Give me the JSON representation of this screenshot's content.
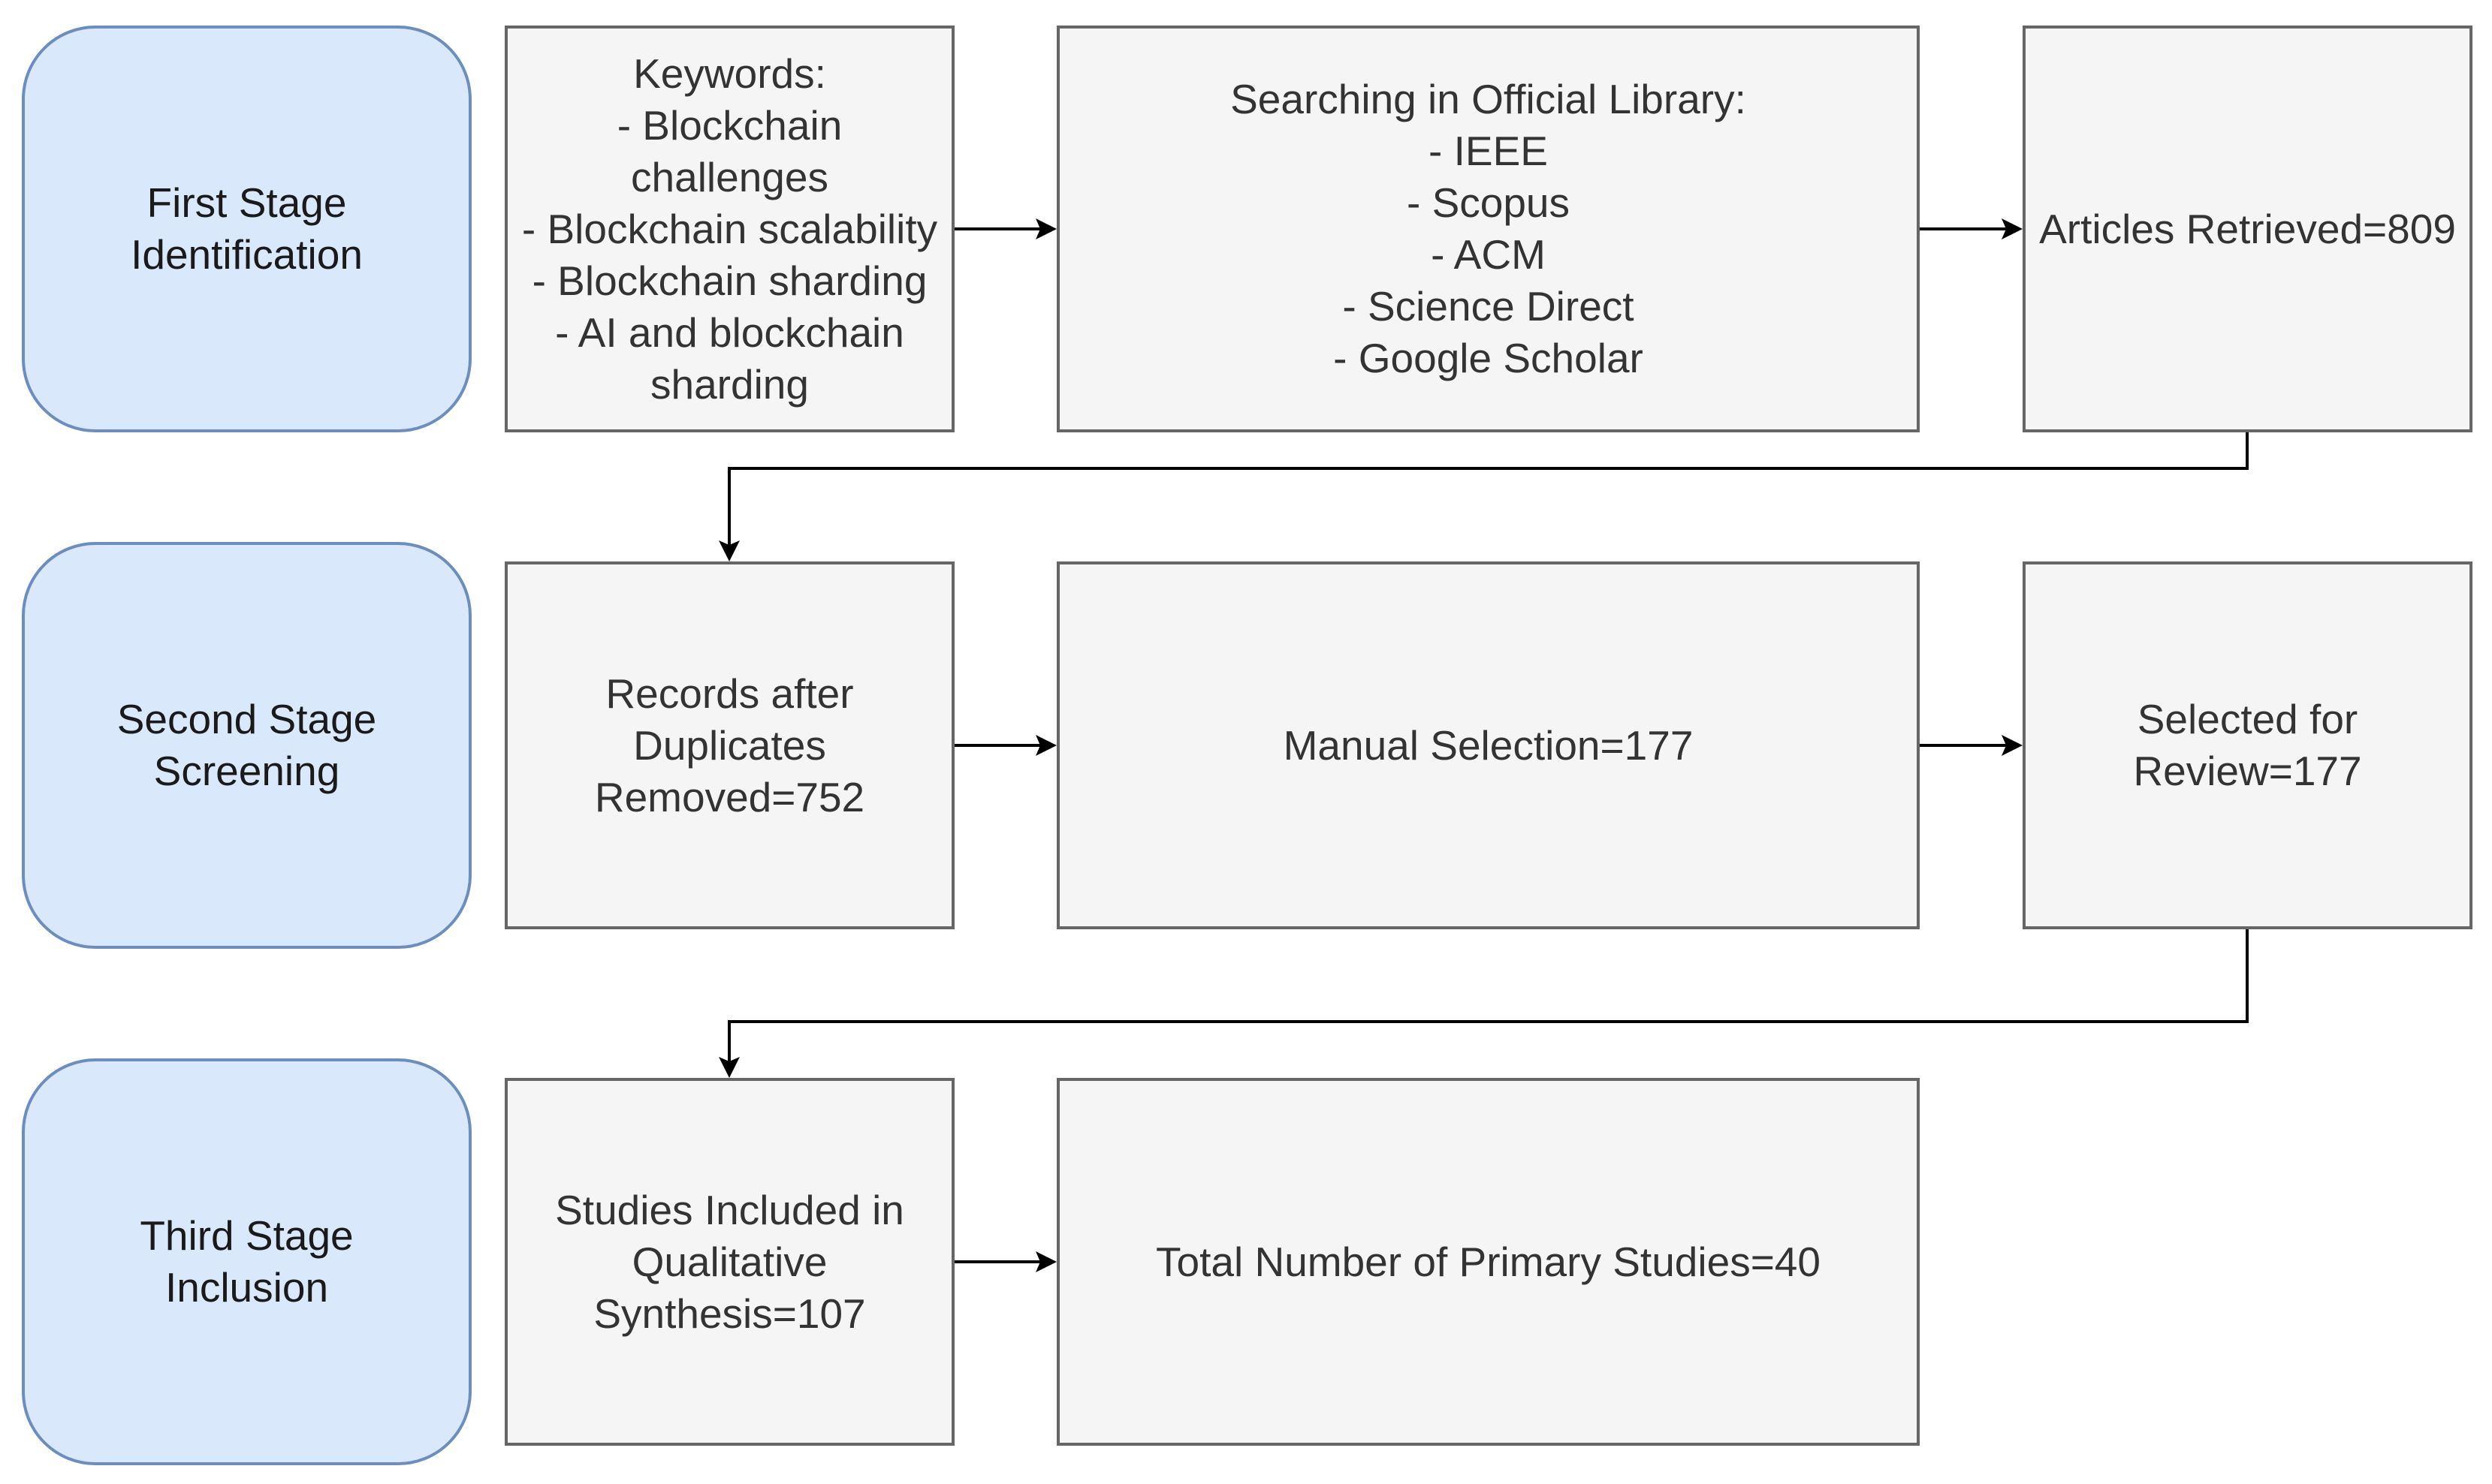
{
  "stages": {
    "first": "First Stage\nIdentification",
    "second": "Second Stage\nScreening",
    "third": "Third Stage\nInclusion"
  },
  "boxes": {
    "keywords": "Keywords:\n- Blockchain\nchallenges\n- Blockchain scalability\n- Blockchain sharding\n- AI and blockchain\nsharding",
    "library_search": "Searching in Official Library:\n- IEEE\n- Scopus\n- ACM\n- Science Direct\n- Google Scholar",
    "articles_retrieved": "Articles Retrieved=809",
    "duplicates_removed": "Records after\nDuplicates\nRemoved=752",
    "manual_selection": "Manual Selection=177",
    "selected_for_review": "Selected for\nReview=177",
    "qualitative_synthesis": "Studies Included in\nQualitative\nSynthesis=107",
    "primary_studies": "Total Number of Primary Studies=40"
  },
  "colors": {
    "stage_fill": "#dae8fc",
    "stage_border": "#6c8ebf",
    "box_fill": "#f5f5f5",
    "box_border": "#666666",
    "arrow": "#000000"
  }
}
